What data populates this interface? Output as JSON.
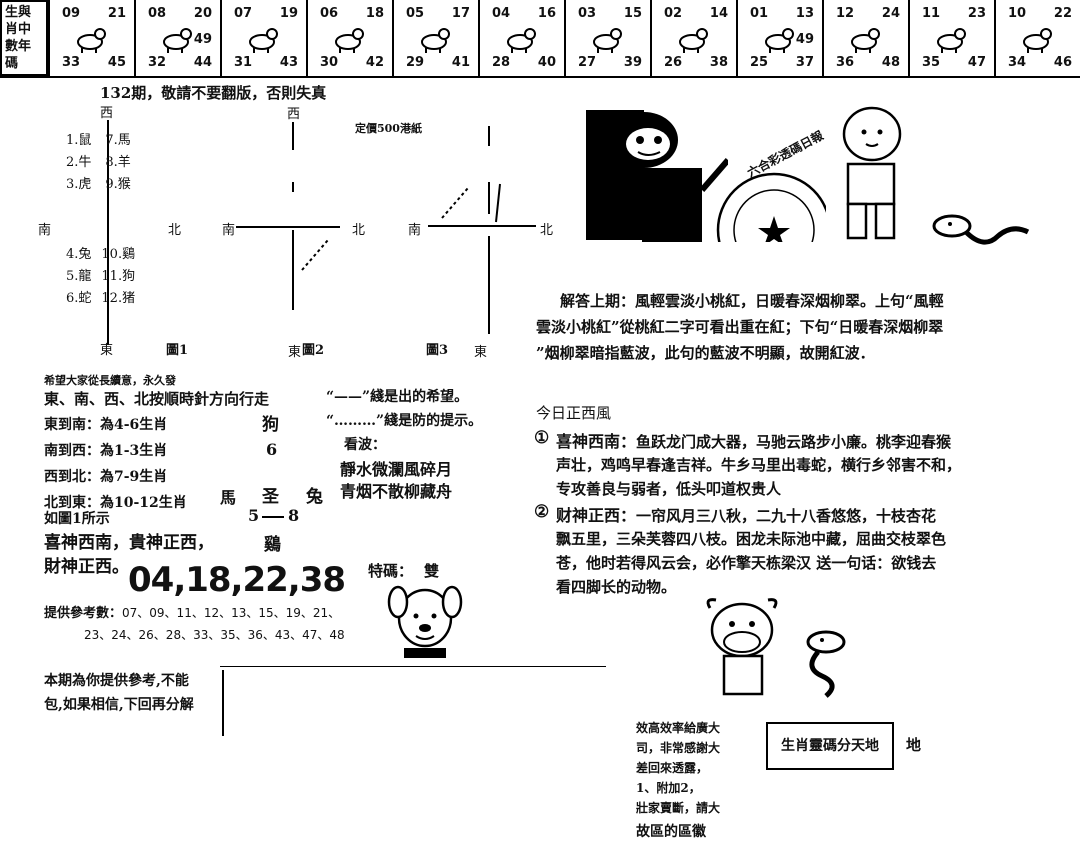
{
  "header": {
    "corner_label": [
      "生",
      "肖",
      "數",
      "碼",
      "與",
      "中",
      "年"
    ],
    "cells": [
      {
        "top_left": "09",
        "top_right": "21",
        "bottom_left": "33",
        "bottom_right": "45",
        "middle": ""
      },
      {
        "top_left": "08",
        "top_right": "20",
        "bottom_left": "32",
        "bottom_right": "44",
        "middle": "49"
      },
      {
        "top_left": "07",
        "top_right": "19",
        "bottom_left": "31",
        "bottom_right": "43",
        "middle": ""
      },
      {
        "top_left": "06",
        "top_right": "18",
        "bottom_left": "30",
        "bottom_right": "42",
        "middle": ""
      },
      {
        "top_left": "05",
        "top_right": "17",
        "bottom_left": "29",
        "bottom_right": "41",
        "middle": ""
      },
      {
        "top_left": "04",
        "top_right": "16",
        "bottom_left": "28",
        "bottom_right": "40",
        "middle": ""
      },
      {
        "top_left": "03",
        "top_right": "15",
        "bottom_left": "27",
        "bottom_right": "39",
        "middle": ""
      },
      {
        "top_left": "02",
        "top_right": "14",
        "bottom_left": "26",
        "bottom_right": "38",
        "middle": ""
      },
      {
        "top_left": "01",
        "top_right": "13",
        "bottom_left": "25",
        "bottom_right": "37",
        "middle": "49"
      },
      {
        "top_left": "12",
        "top_right": "24",
        "bottom_left": "36",
        "bottom_right": "48",
        "middle": ""
      },
      {
        "top_left": "11",
        "top_right": "23",
        "bottom_left": "35",
        "bottom_right": "47",
        "middle": ""
      },
      {
        "top_left": "10",
        "top_right": "22",
        "bottom_left": "34",
        "bottom_right": "46",
        "middle": ""
      }
    ]
  },
  "left": {
    "issue_line": "132期，敬請不要翻版，否則失真",
    "price": "定價500港紙",
    "diagram": {
      "west": "西",
      "west2": "西",
      "south": "南",
      "north": "北",
      "south2": "南",
      "north2": "北",
      "south3": "南",
      "north3": "北",
      "east": "東",
      "fig1": "圖1",
      "east2": "東",
      "fig2": "圖2",
      "fig3": "圖3",
      "east3": "東",
      "top_list": [
        "1.鼠",
        "7.馬",
        "2.牛",
        "8.羊",
        "3.虎",
        "9.猴"
      ],
      "bottom_list": [
        "4.兔",
        "10.鷄",
        "5.龍",
        "11.狗",
        "6.蛇",
        "12.猪"
      ]
    },
    "hope_line": "希望大家從長續意，永久發",
    "direction_title": "東、南、西、北按順時針方向行走",
    "legend1": "“——”綫是出的希望。",
    "legend2": "“………”綫是防的提示。",
    "routes": [
      "東到南：為4-6生肖",
      "南到西：為1-3生肖",
      "西到北：為7-9生肖",
      "北到東：為10-12生肖"
    ],
    "zodiac_marks": {
      "dog": "狗",
      "six": "6",
      "horse": "馬",
      "saint": "圣",
      "rabbit": "兔",
      "five": "5",
      "eight": "8",
      "rooster": "鷄"
    },
    "look_wave": "看波：",
    "poem1": "靜水微瀾風碎月",
    "poem2": "青烟不散柳藏舟",
    "as_fig1": "如圖1所示",
    "gods1": "喜神西南，貴神正西，",
    "gods2": "財神正西。",
    "special_label": "特碼：",
    "special_value": "雙",
    "numbers": "04,18,22,38",
    "ref_label": "提供參考數：",
    "ref_row1": "07、09、11、12、13、15、19、21、",
    "ref_row2": "23、24、26、28、33、35、36、43、47、48",
    "bottom1": "本期為你提供參考,不能",
    "bottom2": "包,如果相信,下回再分解"
  },
  "right": {
    "answer_label": "解答上期：",
    "answer_text1": "風輕雲淡小桃紅，日暖春深烟柳翠。上句“風輕",
    "answer_text2": "雲淡小桃紅”從桃紅二字可看出重在紅；下句“日暖春深烟柳翠",
    "answer_text3": "”烟柳翠暗指藍波，此句的藍波不明顯，故開紅波．",
    "today": "今日正西風",
    "item1_mark": "①",
    "item1_title": "喜神西南：",
    "item1_line1": "鱼跃龙门成大器，马驰云路步小廉。桃李迎春猴",
    "item1_line2": "声壮，鸡鸣早春逢吉祥。牛乡马里出毒蛇，横行乡邻害不和，",
    "item1_line3": "专攻善良与弱者，低头叩道权贵人",
    "item2_mark": "②",
    "item2_title": "财神正西：",
    "item2_line1": "一帘风月三八秋，二九十八香悠悠，十枝杏花",
    "item2_line2": "飘五里，三朵芙蓉四八枝。困龙未际池中藏，屈曲交枝翠色",
    "item2_line3": "苍，他时若得风云会，必作擎天栋梁汉  送一句话：欲钱去",
    "item2_line4": "看四脚长的动物。",
    "stamp": "六合彩透碼日報",
    "small_lines": [
      "效高效率給廣大",
      "司，非常感謝大",
      "差回來透露，",
      "1、附加2，",
      "壯家賣斷，請大",
      "故區的區徽"
    ],
    "box_label": "生肖靈碼分天地",
    "box_tail": "地"
  }
}
